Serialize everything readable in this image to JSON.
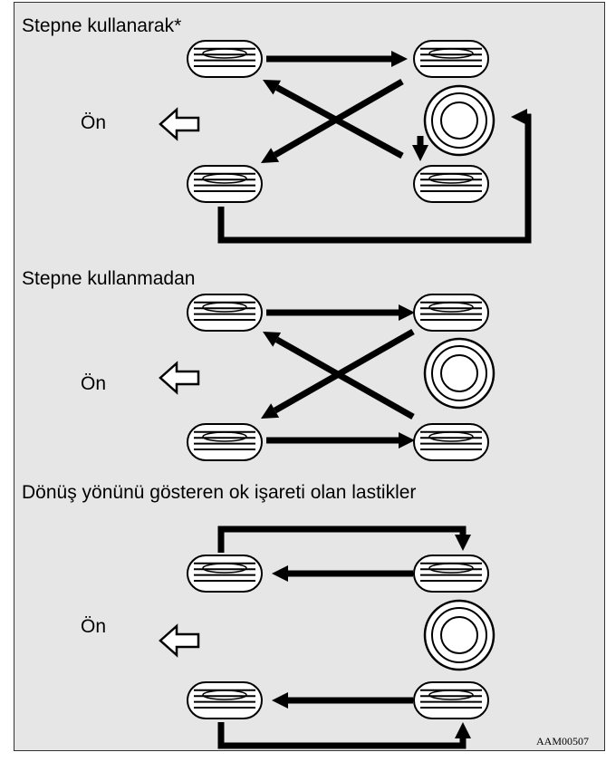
{
  "diagram": {
    "sections": [
      {
        "title": "Stepne kullanarak*",
        "front_label": "Ön"
      },
      {
        "title": "Stepne kullanmadan",
        "front_label": "Ön"
      },
      {
        "title": "Dönüş yönünü gösteren ok işareti olan lastikler",
        "front_label": "Ön"
      }
    ],
    "figure_code": "AAM00507",
    "colors": {
      "background": "#e6e6e6",
      "ink": "#000000",
      "tire_fill": "#ffffff"
    },
    "icons": [
      "tire-icon",
      "spare-tire-icon",
      "front-direction-arrow-icon",
      "rotation-arrow"
    ]
  }
}
